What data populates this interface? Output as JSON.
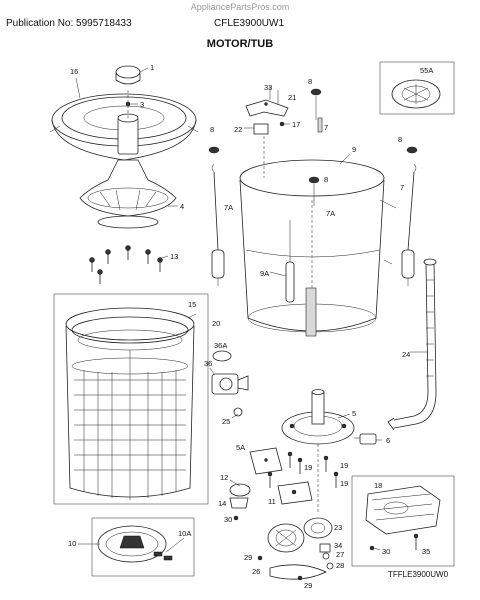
{
  "header": {
    "watermark": "AppliancePartsPros.com",
    "publication": "Publication No: 5995718433",
    "model": "CFLE3900UW1",
    "title": "MOTOR/TUB"
  },
  "footer": {
    "code": "TFFLE3900UW0"
  },
  "callouts": {
    "c1": "1",
    "c3": "3",
    "c4": "4",
    "c5": "5",
    "c5A": "5A",
    "c6": "6",
    "c7": "7",
    "c7b": "7",
    "c7c": "7",
    "c7A": "7A",
    "c7Ab": "7A",
    "c8": "8",
    "c8b": "8",
    "c8c": "8",
    "c9": "9",
    "c9A": "9A",
    "c10": "10",
    "c10A": "10A",
    "c11": "11",
    "c12": "12",
    "c13": "13",
    "c14": "14",
    "c15": "15",
    "c16": "16",
    "c17": "17",
    "c18": "18",
    "c19": "19",
    "c19b": "19",
    "c19c": "19",
    "c19d": "19",
    "c20": "20",
    "c21": "21",
    "c22": "22",
    "c23": "23",
    "c24": "24",
    "c25": "25",
    "c26": "26",
    "c27": "27",
    "c28": "28",
    "c29": "29",
    "c29b": "29",
    "c30": "30",
    "c33": "33",
    "c34": "34",
    "c35": "35",
    "c36": "36",
    "c36A": "36A",
    "c55A": "55A"
  }
}
